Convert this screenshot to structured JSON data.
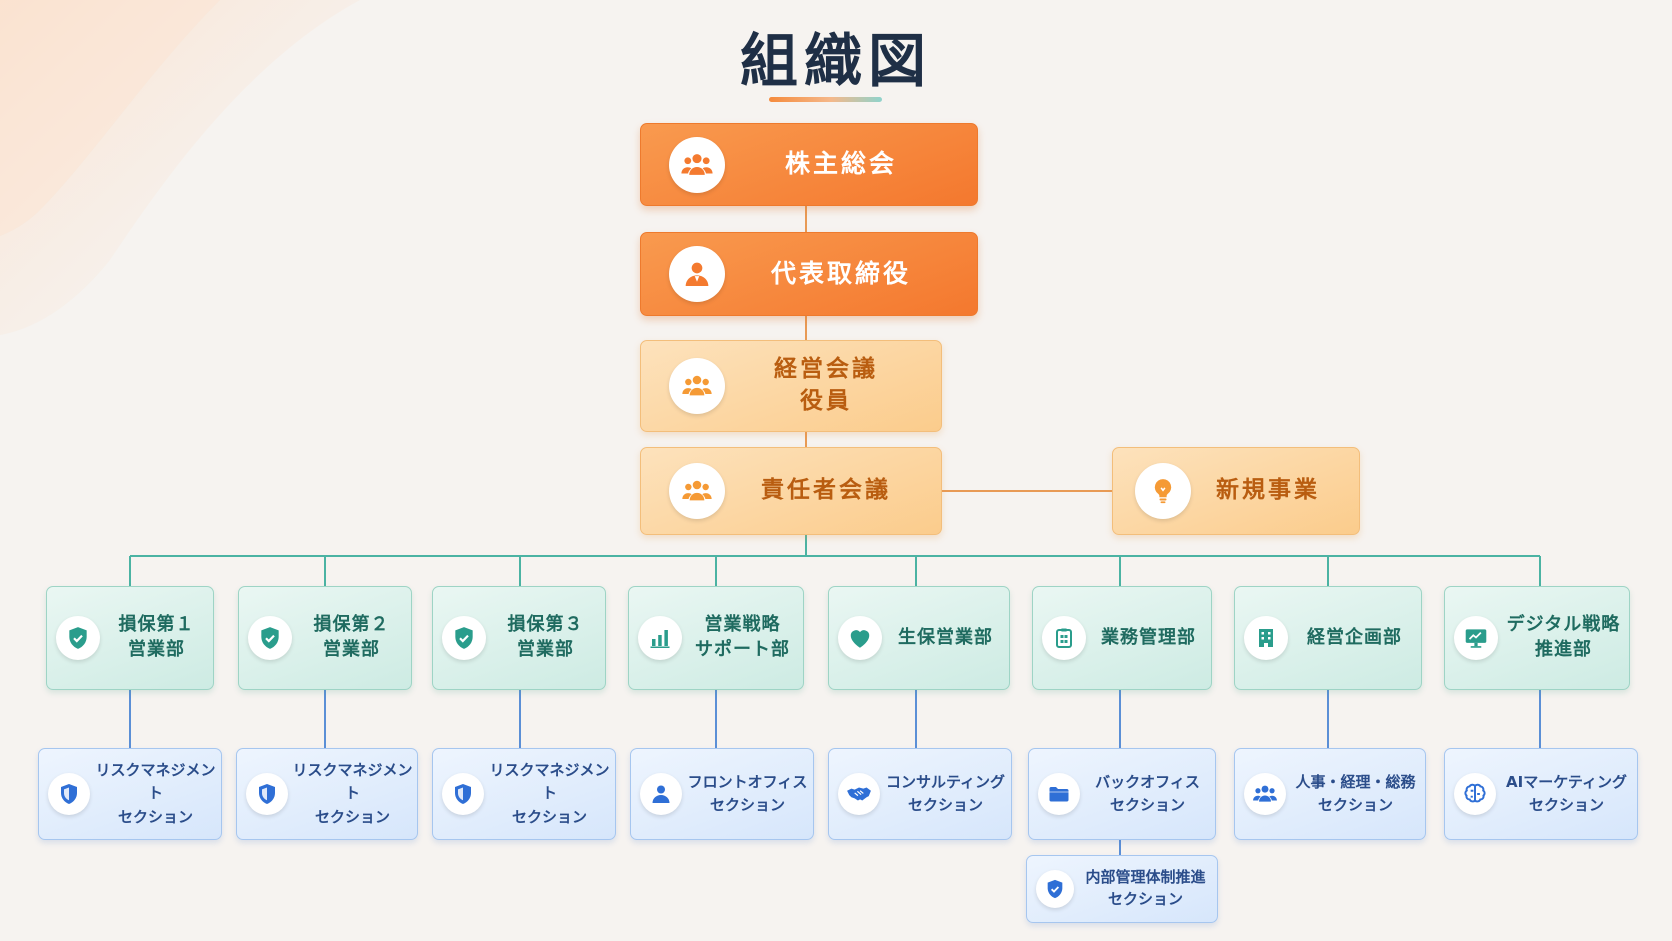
{
  "title": "組織図",
  "colors": {
    "top": "#f47a2f",
    "mid": "#fbcf92",
    "dept": "#d6eee8",
    "section": "#dce9fb",
    "orange_text": "#b95d10",
    "teal_text": "#1f6b60",
    "blue_text": "#2b4d8a"
  },
  "nodes": {
    "shareholders": {
      "label": "株主総会",
      "icon": "people-group-icon"
    },
    "ceo": {
      "label": "代表取締役",
      "icon": "person-icon"
    },
    "management_meeting": {
      "line1": "経営会議",
      "line2": "役員",
      "icon": "people-group-icon"
    },
    "leaders_meeting": {
      "label": "責任者会議",
      "icon": "people-group-icon"
    },
    "new_business": {
      "label": "新規事業",
      "icon": "lightbulb-icon"
    }
  },
  "departments": [
    {
      "line1": "損保第１",
      "line2": "営業部",
      "icon": "shield-check-icon"
    },
    {
      "line1": "損保第２",
      "line2": "営業部",
      "icon": "shield-check-icon"
    },
    {
      "line1": "損保第３",
      "line2": "営業部",
      "icon": "shield-check-icon"
    },
    {
      "line1": "営業戦略",
      "line2": "サポート部",
      "icon": "bar-chart-icon"
    },
    {
      "line1": "生保営業部",
      "line2": "",
      "icon": "heart-icon"
    },
    {
      "line1": "業務管理部",
      "line2": "",
      "icon": "clipboard-icon"
    },
    {
      "line1": "経営企画部",
      "line2": "",
      "icon": "building-icon"
    },
    {
      "line1": "デジタル戦略",
      "line2": "推進部",
      "icon": "monitor-icon"
    }
  ],
  "sections": [
    {
      "line1": "リスクマネジメント",
      "line2": "セクション",
      "icon": "shield-icon"
    },
    {
      "line1": "リスクマネジメント",
      "line2": "セクション",
      "icon": "shield-icon"
    },
    {
      "line1": "リスクマネジメント",
      "line2": "セクション",
      "icon": "shield-icon"
    },
    {
      "line1": "フロントオフィス",
      "line2": "セクション",
      "icon": "person-icon"
    },
    {
      "line1": "コンサルティング",
      "line2": "セクション",
      "icon": "handshake-icon"
    },
    {
      "line1": "バックオフィス",
      "line2": "セクション",
      "icon": "folder-icon"
    },
    {
      "line1": "人事・経理・総務",
      "line2": "セクション",
      "icon": "people-group-icon"
    },
    {
      "line1": "AIマーケティング",
      "line2": "セクション",
      "icon": "brain-icon"
    },
    {
      "line1": "内部管理体制推進",
      "line2": "セクション",
      "icon": "shield-check-icon"
    }
  ]
}
